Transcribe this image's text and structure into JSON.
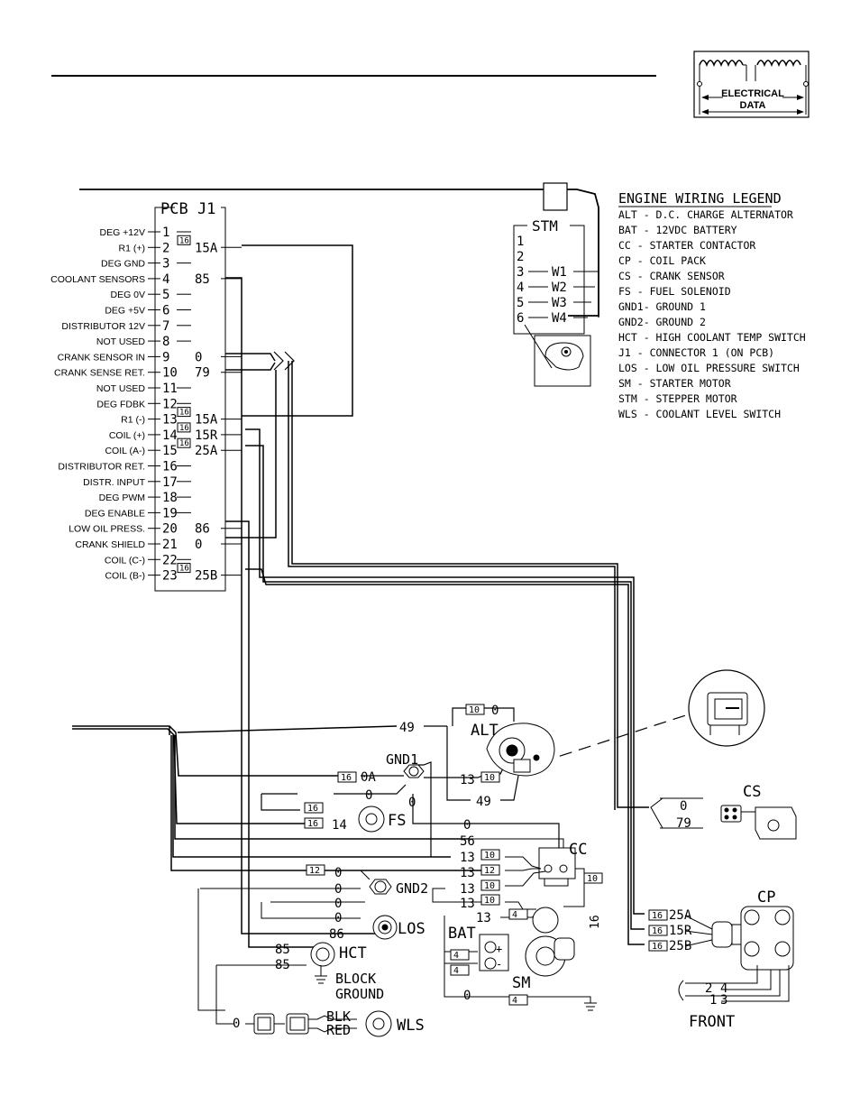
{
  "logo": {
    "line1": "ELECTRICAL",
    "line2": "DATA"
  },
  "legend": {
    "title": "ENGINE WIRING LEGEND",
    "items": [
      "ALT - D.C. CHARGE ALTERNATOR",
      "BAT - 12VDC BATTERY",
      "CC  - STARTER CONTACTOR",
      "CP  - COIL PACK",
      "CS  - CRANK SENSOR",
      "FS  - FUEL SOLENOID",
      "GND1- GROUND 1",
      "GND2- GROUND 2",
      "HCT - HIGH COOLANT TEMP SWITCH",
      "J1 -  CONNECTOR 1 (ON PCB)",
      "LOS - LOW OIL PRESSURE SWITCH",
      "SM  - STARTER MOTOR",
      "STM - STEPPER MOTOR",
      "WLS - COOLANT LEVEL SWITCH"
    ]
  },
  "pcb": {
    "title": "PCB J1",
    "pins": [
      {
        "label": "DEG +12V",
        "num": "1",
        "wire": "",
        "gauge": ""
      },
      {
        "label": "R1 (+)",
        "num": "2",
        "wire": "15A",
        "gauge": "16"
      },
      {
        "label": "DEG GND",
        "num": "3",
        "wire": "",
        "gauge": ""
      },
      {
        "label": "COOLANT SENSORS",
        "num": "4",
        "wire": "85",
        "gauge": ""
      },
      {
        "label": "DEG 0V",
        "num": "5",
        "wire": "",
        "gauge": ""
      },
      {
        "label": "DEG +5V",
        "num": "6",
        "wire": "",
        "gauge": ""
      },
      {
        "label": "DISTRIBUTOR 12V",
        "num": "7",
        "wire": "",
        "gauge": ""
      },
      {
        "label": "NOT USED",
        "num": "8",
        "wire": "",
        "gauge": ""
      },
      {
        "label": "CRANK SENSOR IN",
        "num": "9",
        "wire": "0",
        "gauge": ""
      },
      {
        "label": "CRANK SENSE RET.",
        "num": "10",
        "wire": "79",
        "gauge": ""
      },
      {
        "label": "NOT USED",
        "num": "11",
        "wire": "",
        "gauge": ""
      },
      {
        "label": "DEG FDBK",
        "num": "12",
        "wire": "",
        "gauge": ""
      },
      {
        "label": "R1 (-)",
        "num": "13",
        "wire": "15A",
        "gauge": "16"
      },
      {
        "label": "COIL (+)",
        "num": "14",
        "wire": "15R",
        "gauge": "16"
      },
      {
        "label": "COIL (A-)",
        "num": "15",
        "wire": "25A",
        "gauge": "16"
      },
      {
        "label": "DISTRIBUTOR RET.",
        "num": "16",
        "wire": "",
        "gauge": ""
      },
      {
        "label": "DISTR. INPUT",
        "num": "17",
        "wire": "",
        "gauge": ""
      },
      {
        "label": "DEG PWM",
        "num": "18",
        "wire": "",
        "gauge": ""
      },
      {
        "label": "DEG ENABLE",
        "num": "19",
        "wire": "",
        "gauge": ""
      },
      {
        "label": "LOW OIL PRESS.",
        "num": "20",
        "wire": "86",
        "gauge": ""
      },
      {
        "label": "CRANK SHIELD",
        "num": "21",
        "wire": "0",
        "gauge": ""
      },
      {
        "label": "COIL (C-)",
        "num": "22",
        "wire": "",
        "gauge": ""
      },
      {
        "label": "COIL (B-)",
        "num": "23",
        "wire": "25B",
        "gauge": "16"
      }
    ]
  },
  "stm": {
    "title": "STM",
    "pins": [
      "1",
      "2",
      "3",
      "4",
      "5",
      "6"
    ],
    "wires": [
      "W1",
      "W2",
      "W3",
      "W4"
    ]
  },
  "components": {
    "alt": "ALT",
    "gnd1": "GND1",
    "fs": "FS",
    "cc": "CC",
    "gnd2": "GND2",
    "los": "LOS",
    "hct": "HCT",
    "bat": "BAT",
    "sm": "SM",
    "wls": "WLS",
    "cs": "CS",
    "cp": "CP",
    "front": "FRONT",
    "block_ground_1": "BLOCK",
    "block_ground_2": "GROUND",
    "blk": "BLK",
    "red": "RED",
    "plus": "+",
    "minus": "-"
  },
  "wire_labels": {
    "w49_top": "49",
    "w0_alt": "0",
    "g10_alt": "10",
    "w0A": "0A",
    "g16_0A": "16",
    "w0_gnd1a": "0",
    "w0_gnd1b": "0",
    "g16_gnd1": "16",
    "w13_alt": "13",
    "g10_alt2": "10",
    "w49_alt": "49",
    "w14": "14",
    "g16_fs": "16",
    "w0_cc": "0",
    "w56": "56",
    "w13_a": "13",
    "g10_a": "10",
    "w13_b": "13",
    "g12_b": "12",
    "w0_g2a": "0",
    "g12_g2": "12",
    "w13_c": "13",
    "g10_c": "10",
    "w0_g2b": "0",
    "w13_d": "13",
    "g10_d": "10",
    "g10_e": "10",
    "w16_vert": "16",
    "w0_g2c": "0",
    "w13_bat": "13",
    "g4_bat": "4",
    "w0_g2d": "0",
    "w86": "86",
    "w85_a": "85",
    "w85_b": "85",
    "g4_b1": "4",
    "g4_b2": "4",
    "w0_gnd": "0",
    "g4_gnd": "4",
    "w0_wls": "0",
    "cs_0": "0",
    "cs_79": "79",
    "cp_25A": "25A",
    "cp_15R": "15R",
    "cp_25B": "25B",
    "g16_cp1": "16",
    "g16_cp2": "16",
    "g16_cp3": "16",
    "cp_1": "1",
    "cp_2": "2",
    "cp_3": "3",
    "cp_4": "4"
  }
}
